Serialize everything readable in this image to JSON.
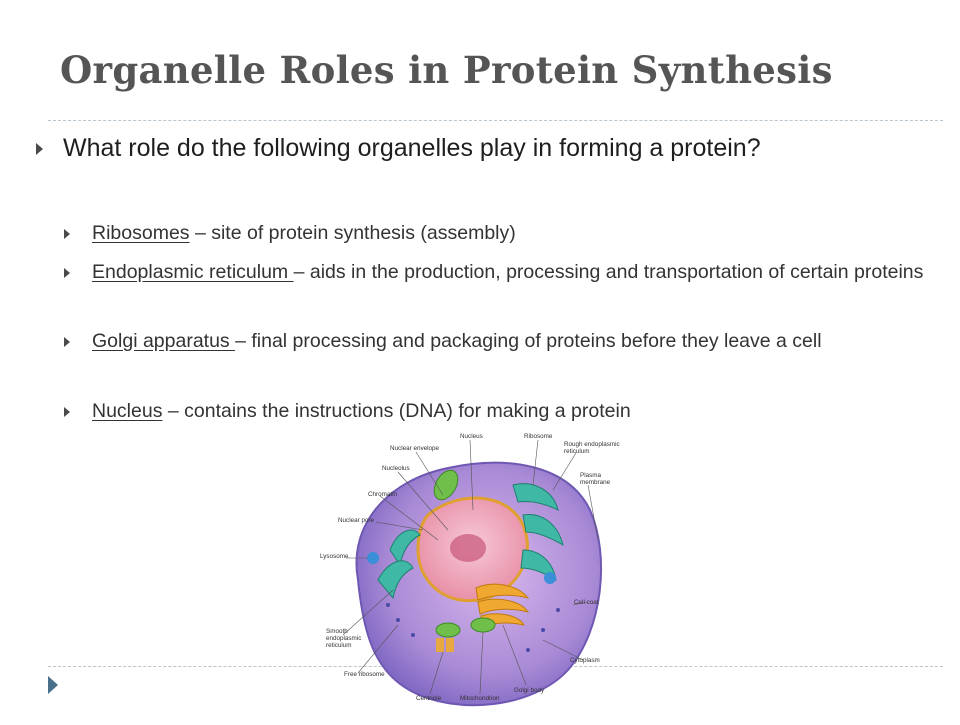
{
  "slide": {
    "title": "Organelle Roles in Protein Synthesis",
    "question": "What role do the following organelles play in forming a protein?",
    "items": [
      {
        "term": "Ribosomes",
        "text": " – site of protein synthesis (assembly)"
      },
      {
        "term": "Endoplasmic reticulum ",
        "text": "– aids in the production, processing and transportation of certain proteins"
      },
      {
        "term": "Golgi apparatus ",
        "text": "– final processing and packaging of proteins before they leave a cell"
      },
      {
        "term": "Nucleus",
        "text": " – contains the instructions (DNA) for making a protein"
      }
    ]
  },
  "figure": {
    "labels": {
      "nuclear_envelope": "Nuclear envelope",
      "nucleus": "Nucleus",
      "ribosome": "Ribosome",
      "rough_er": "Rough endoplasmic",
      "rough_er2": "reticulum",
      "nucleolus": "Nucleolus",
      "plasma": "Plasma",
      "plasma2": "membrane",
      "chromatin": "Chromatin",
      "nuclear_pore": "Nuclear pore",
      "lysosome": "Lysosome",
      "cell_coat": "Cell coat",
      "smooth_er": "Smooth",
      "smooth_er2": "endoplasmic",
      "smooth_er3": "reticulum",
      "cytoplasm": "Cytoplasm",
      "free_ribosome": "Free ribosome",
      "centriole": "Centriole",
      "mitochondrion": "Mitochondrion",
      "golgi_body": "Golgi body"
    }
  },
  "colors": {
    "title": "#555555",
    "divider": "#b9c6cf",
    "accent_arrow": "#4a6f8a"
  }
}
